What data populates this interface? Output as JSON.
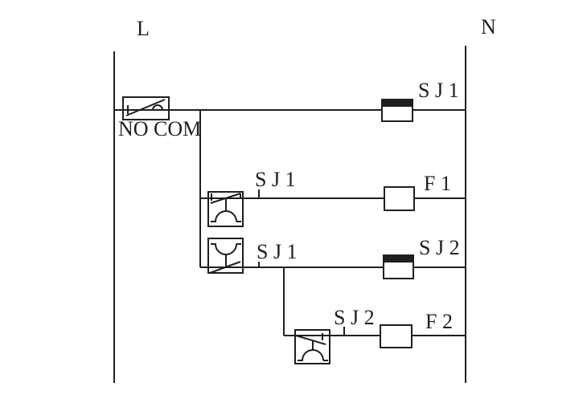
{
  "colors": {
    "line": "#1f1f1f",
    "background": "#ffffff",
    "timer_coil_bar": "#1f1f1f"
  },
  "rails": {
    "left_label": "L",
    "right_label": "N"
  },
  "switch": {
    "label": "NO COM",
    "type": "normally-open-switch"
  },
  "rungs": [
    {
      "contact_label": "",
      "coil_label": "S J 1",
      "coil_type": "timer-coil"
    },
    {
      "contact_label": "S J 1",
      "contact_type": "time-delay-contact",
      "coil_label": "F 1",
      "coil_type": "relay-coil"
    },
    {
      "contact_label": "S J 1",
      "contact_type": "time-delay-contact",
      "coil_label": "S J 2",
      "coil_type": "timer-coil"
    },
    {
      "contact_label": "S J 2",
      "contact_type": "time-delay-contact",
      "coil_label": "F 2",
      "coil_type": "relay-coil"
    }
  ]
}
